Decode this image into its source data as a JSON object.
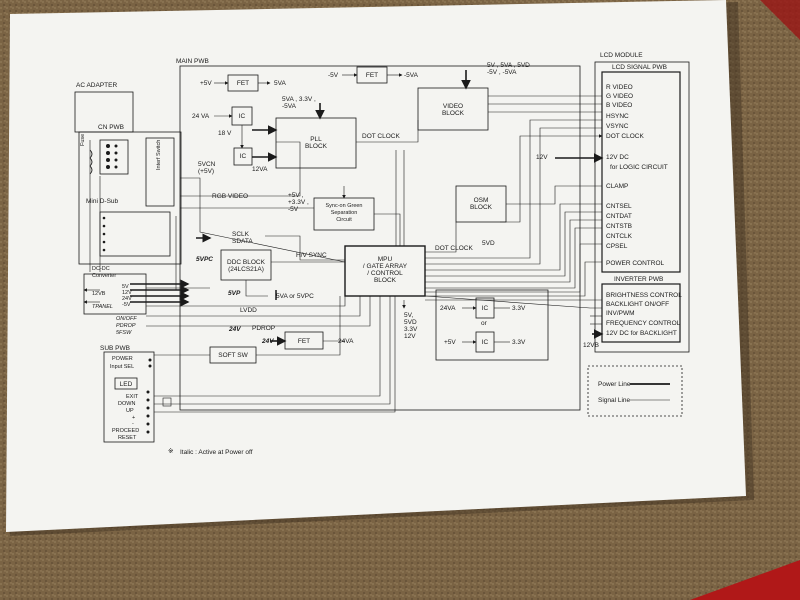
{
  "background": {
    "carpet_color": "#7a6344",
    "paper_color": "#f4f4f1",
    "ink_color": "#1a1a1a",
    "accent_red": "#b01818"
  },
  "regions": {
    "ac_adapter": "AC ADAPTER",
    "cn_pwb": "CN PWB",
    "main_pwb": "MAIN PWB",
    "lcd_module": "LCD MODULE",
    "lcd_signal_pwb": "LCD SIGNAL PWB",
    "inverter_pwb": "INVERTER PWB",
    "sub_pwb": "SUB PWB",
    "dcdc": "DC-DC\nConverter"
  },
  "cn_pwb": {
    "fuse": "Fuse",
    "switch": "Interf Switch",
    "mini_dsub": "Mini D-Sub"
  },
  "blocks": {
    "fet1": "FET",
    "fet2": "FET",
    "fet3": "FET",
    "ic1": "IC",
    "ic2": "IC",
    "ic3": "IC",
    "ic4": "IC",
    "pll": "PLL\nBLOCK",
    "video": "VIDEO\nBLOCK",
    "sync": "Sync-on Green\nSeparation\nCircuit",
    "osm": "OSM\nBLOCK",
    "mpu": "MPU\n/ GATE ARRAY\n/ CONTROL\nBLOCK",
    "ddc": "DDC BLOCK\n(24LCS21A)",
    "soft_sw": "SOFT SW",
    "led": "LED"
  },
  "signals": {
    "fet1_in": "+5V",
    "fet1_out": "5VA",
    "fet2_in": "-5V",
    "fet2_out": "-5VA",
    "ic1_in": "24 VA",
    "ic_18v": "18 V",
    "ic2_out": "12VA",
    "pll_in": "5VA , 3.3V ,\n-5VA",
    "video_in": "5V , 5VA , 5VD\n-5V , -5VA",
    "dot_clock_top": "DOT CLOCK",
    "v12": "12V",
    "vcn": "5VCN\n(+5V)",
    "rgb_video": "RGB VIDEO",
    "sync_in": "+5V ,\n+3.3V ,\n-5V",
    "sclk_sdata": "SCLK\nSDATA",
    "hv_sync": "H/V SYNC",
    "dot_clock_mid": "DOT CLOCK",
    "v5vd": "5VD",
    "v5vpc": "5VPC",
    "v5vp": "5VP",
    "v5va_5vpc": "5VA or 5VPC",
    "lvdd": "LVDD",
    "mpu_supply": "5V,\n5VD\n3.3V\n12V",
    "pdrop": "PDROP",
    "v24": "24V",
    "fet3_in": "24V",
    "fet3_out": "24VA",
    "ic3_in": "24VA",
    "ic3_out": "3.3V",
    "or": "or",
    "ic4_in": "+5V",
    "ic4_out": "3.3V",
    "v12vb": "12VB",
    "dcdc_12vb": "12VB",
    "dcdc_tpanel": "TPANEL",
    "dcdc_outputs": "5V\n12V\n24V\n-5V",
    "onoff": "ON/OFF\nPDROP\n5FSW"
  },
  "lcd_signal_items": [
    "R VIDEO",
    "G VIDEO",
    "B VIDEO",
    "HSYNC",
    "VSYNC",
    "DOT CLOCK",
    "12V DC",
    "for LOGIC CIRCUIT",
    "CLAMP",
    "CNTSEL",
    "CNTDAT",
    "CNTSTB",
    "CNTCLK",
    "CPSEL",
    "POWER CONTROL"
  ],
  "inverter_items": [
    "BRIGHTNESS CONTROL",
    "BACKLIGHT ON/OFF",
    "INV/PWM",
    "FREQUENCY CONTROL",
    "12V DC for BACKLIGHT"
  ],
  "sub_pwb_items": [
    "POWER",
    "Input SEL",
    "EXIT",
    "DOWN",
    "UP",
    "+",
    "-",
    "PROCEED",
    "RESET"
  ],
  "legend": {
    "power_line": "Power Line",
    "signal_line": "Signal Line"
  },
  "footnote": "Italic : Active at Power off",
  "footnote_mark": "※"
}
